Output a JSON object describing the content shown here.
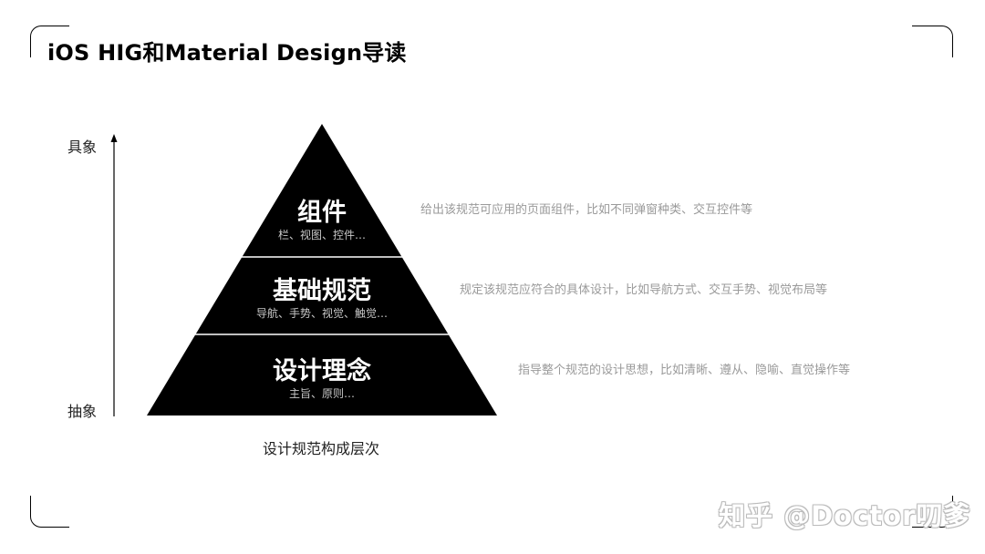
{
  "title": "iOS HIG和Material Design导读",
  "axis": {
    "top_label": "具象",
    "bottom_label": "抽象"
  },
  "pyramid": {
    "layers": [
      {
        "title": "组件",
        "subtitle": "栏、视图、控件…",
        "description": "给出该规范可应用的页面组件，比如不同弹窗种类、交互控件等"
      },
      {
        "title": "基础规范",
        "subtitle": "导航、手势、视觉、触觉…",
        "description": "规定该规范应符合的具体设计，比如导航方式、交互手势、视觉布局等"
      },
      {
        "title": "设计理念",
        "subtitle": "主旨、原则…",
        "description": "指导整个规范的设计思想，比如清晰、遵从、隐喻、直觉操作等"
      }
    ],
    "caption": "设计规范构成层次",
    "fill_color": "#000000",
    "divider_color": "#ffffff"
  },
  "watermark": "知乎 @Doctor叨爹"
}
